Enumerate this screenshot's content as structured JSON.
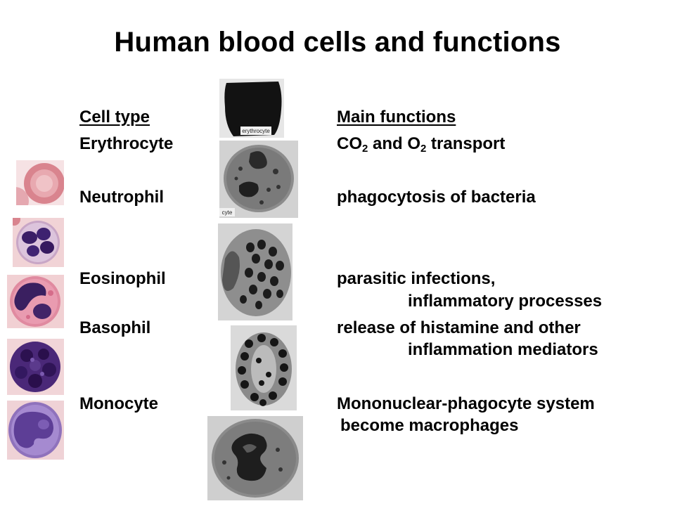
{
  "title": "Human blood cells and functions",
  "headers": {
    "cell_type": "Cell type",
    "main_functions": "Main functions"
  },
  "em_labels": {
    "erythrocyte": "erythrocyte",
    "neutrophil": "cyte"
  },
  "rows": [
    {
      "cell": "Erythrocyte",
      "func_parts": [
        "CO",
        "2",
        " and O",
        "2",
        " transport"
      ]
    },
    {
      "cell": "Neutrophil",
      "func_line1": "phagocytosis of bacteria"
    },
    {
      "cell": "Eosinophil",
      "func_line1": "parasitic infections,",
      "func_line2": "inflammatory processes"
    },
    {
      "cell": "Basophil",
      "func_line1": "release of histamine and other",
      "func_line2": "inflammation mediators"
    },
    {
      "cell": "Monocyte",
      "func_line1": "Mononuclear-phagocyte system",
      "func_line2": "become macrophages"
    }
  ]
}
